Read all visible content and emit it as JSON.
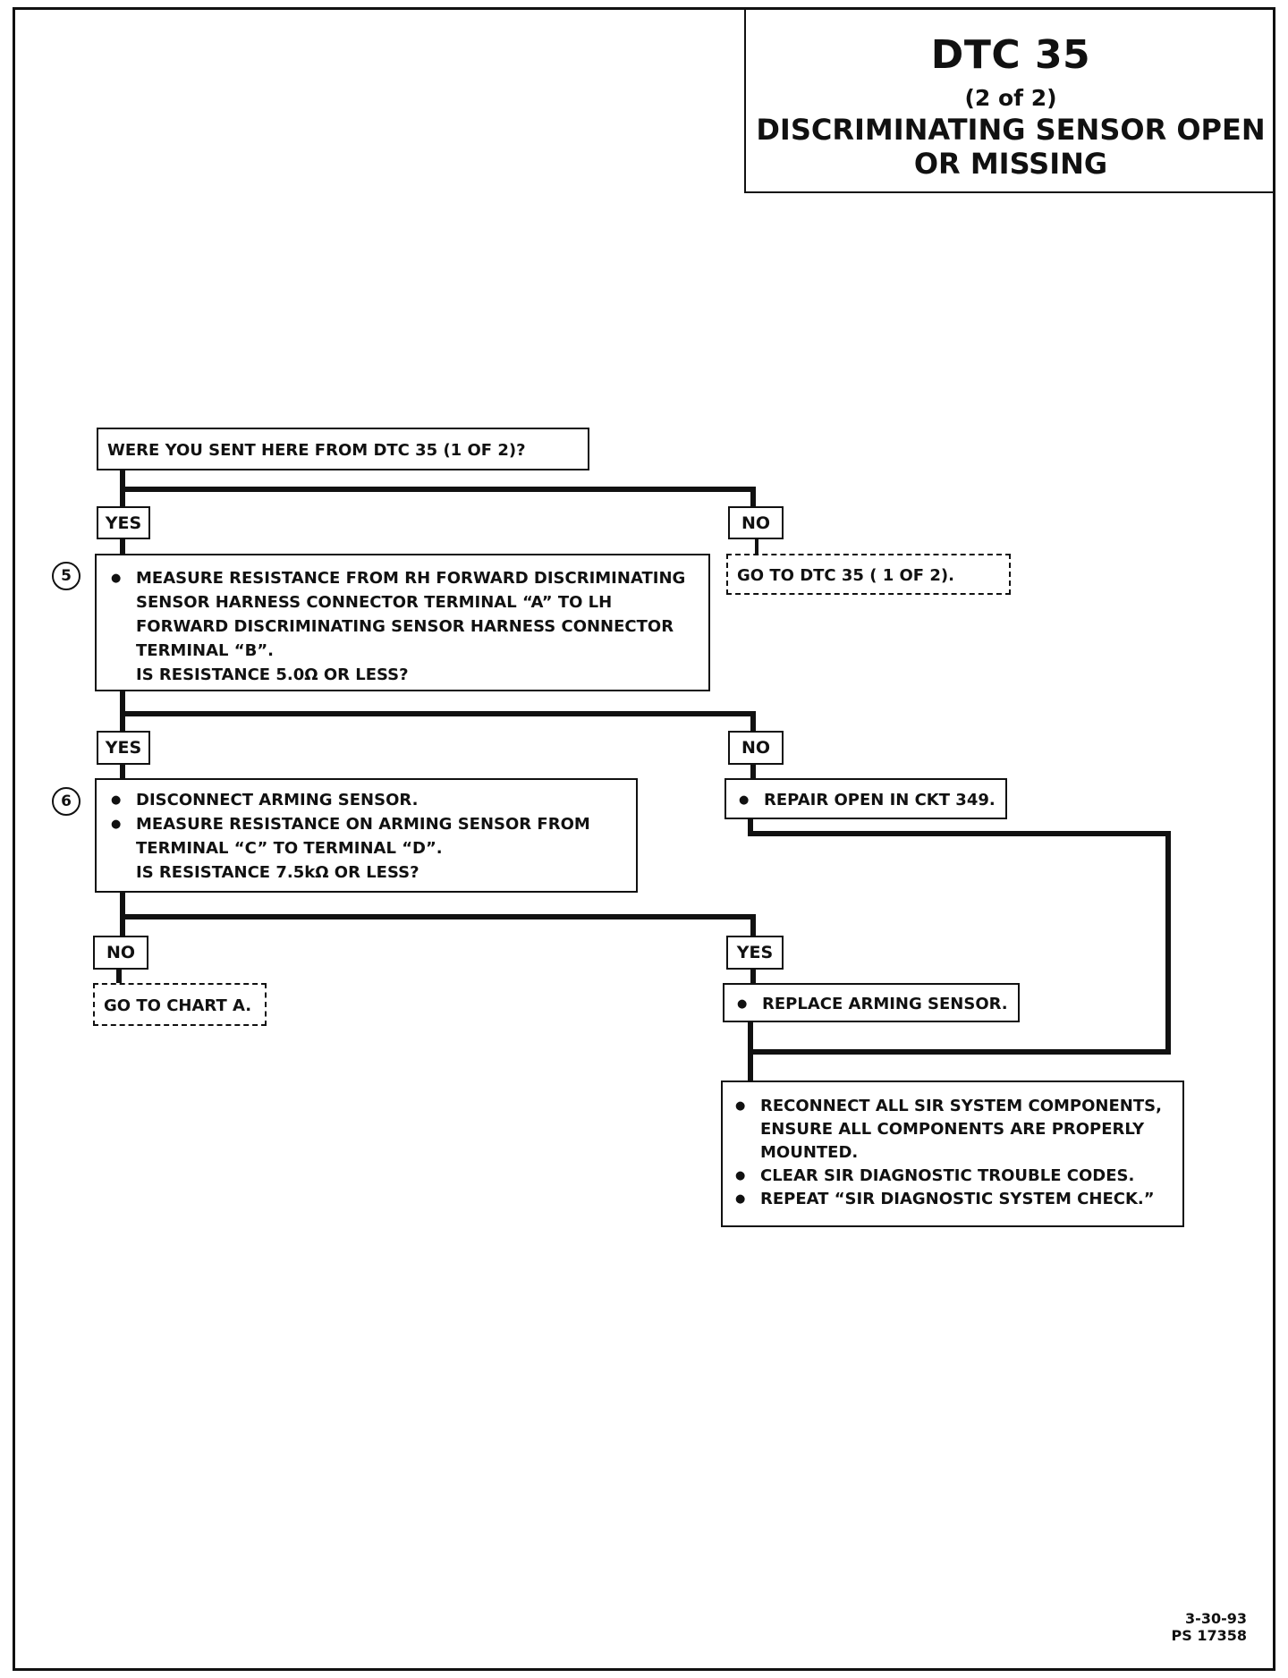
{
  "header": {
    "title": "DTC 35",
    "subtitle": "(2 of 2)",
    "description_line1": "DISCRIMINATING SENSOR OPEN",
    "description_line2": "OR MISSING"
  },
  "flowchart": {
    "start_question": "WERE YOU SENT HERE FROM DTC 35 (1 OF 2)?",
    "branch1": {
      "yes_label": "YES",
      "no_label": "NO",
      "no_action": "GO TO DTC 35 ( 1 OF 2)."
    },
    "step5": {
      "number": "5",
      "bullet": "MEASURE RESISTANCE FROM RH FORWARD DISCRIMINATING SENSOR HARNESS CONNECTOR TERMINAL “A” TO LH FORWARD DISCRIMINATING SENSOR HARNESS CONNECTOR TERMINAL “B”.",
      "question": "IS RESISTANCE 5.0Ω OR LESS?"
    },
    "branch2": {
      "yes_label": "YES",
      "no_label": "NO",
      "no_action": "REPAIR OPEN IN CKT 349."
    },
    "step6": {
      "number": "6",
      "bullet1": "DISCONNECT ARMING SENSOR.",
      "bullet2": "MEASURE RESISTANCE ON ARMING SENSOR FROM TERMINAL “C” TO TERMINAL “D”.",
      "question": "IS RESISTANCE 7.5kΩ OR LESS?"
    },
    "branch3": {
      "no_label": "NO",
      "no_action": "GO TO CHART A.",
      "yes_label": "YES",
      "yes_action": "REPLACE ARMING SENSOR."
    },
    "final": {
      "bullet1": "RECONNECT ALL SIR SYSTEM COMPONENTS, ENSURE ALL COMPONENTS ARE PROPERLY MOUNTED.",
      "bullet2": "CLEAR SIR DIAGNOSTIC TROUBLE CODES.",
      "bullet3": "REPEAT “SIR DIAGNOSTIC SYSTEM CHECK.”"
    }
  },
  "footer": {
    "date": "3-30-93",
    "code": "PS 17358"
  }
}
